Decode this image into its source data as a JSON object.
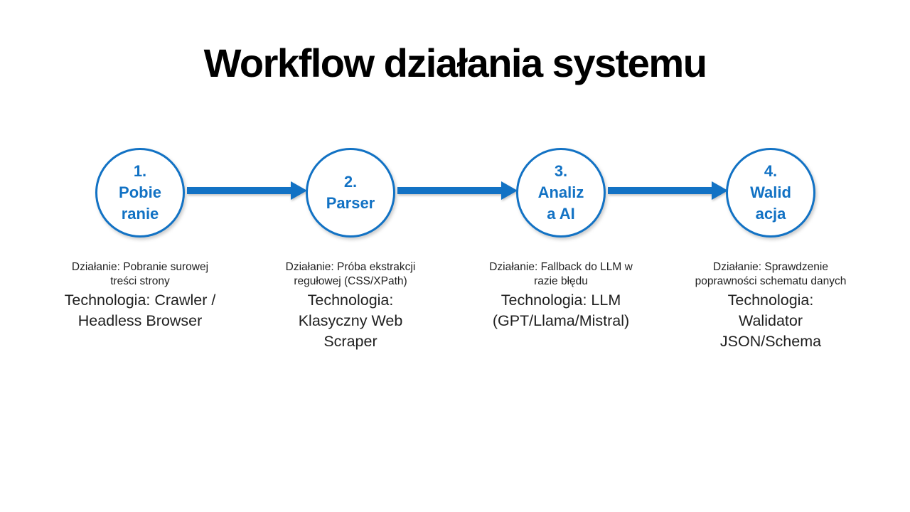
{
  "slide": {
    "title": "Workflow działania systemu",
    "accent_color": "#1272C4",
    "background_color": "#FFFFFF",
    "text_color": "#1F1F1F"
  },
  "nodes": [
    {
      "circle_label": "1.\nPobie\nranie",
      "action": "Działanie: Pobranie surowej\ntreści strony",
      "technology": "Technologia: Crawler /\nHeadless Browser"
    },
    {
      "circle_label": "2.\nParser",
      "action": "Działanie: Próba ekstrakcji\nregułowej (CSS/XPath)",
      "technology": "Technologia:\nKlasyczny Web\nScraper"
    },
    {
      "circle_label": "3.\nAnaliz\na AI",
      "action": "Działanie: Fallback do LLM w\nrazie błędu",
      "technology": "Technologia: LLM\n(GPT/Llama/Mistral)"
    },
    {
      "circle_label": "4.\nWalid\nacja",
      "action": "Działanie: Sprawdzenie\npoprawności schematu danych",
      "technology": "Technologia:\nWalidator\nJSON/Schema"
    }
  ]
}
